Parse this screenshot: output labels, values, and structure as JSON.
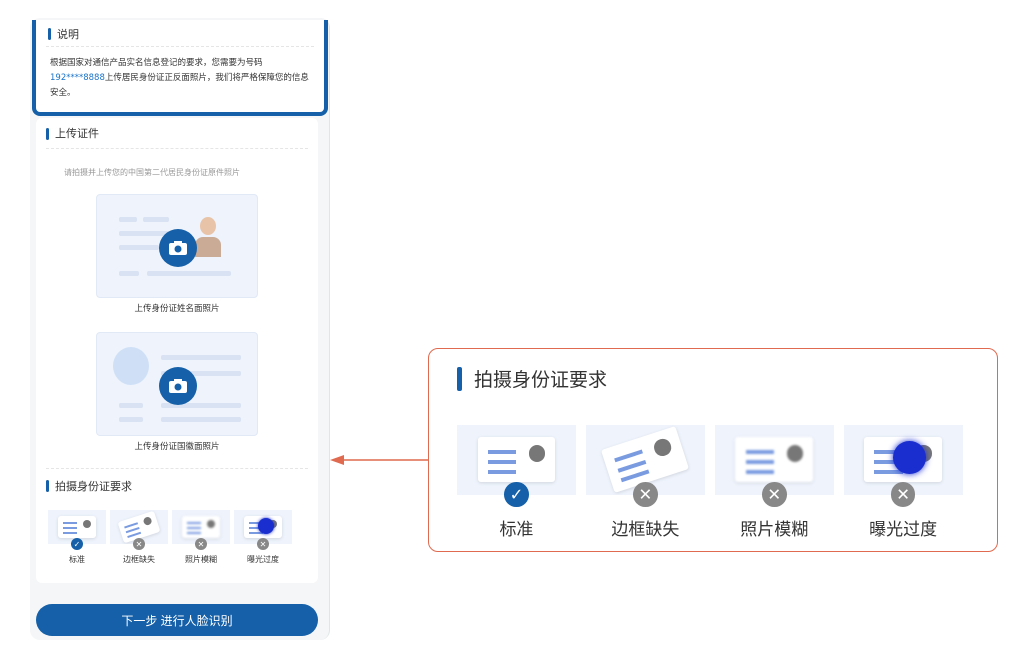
{
  "explain": {
    "title": "说明",
    "text_before": "根据国家对通信产品实名信息登记的要求，您需要为号码",
    "phone": "192****8888",
    "text_after": "上传居民身份证正反面照片，我们将严格保障您的信息安全。"
  },
  "upload": {
    "title": "上传证件",
    "hint": "请拍摄并上传您的中国第二代居民身份证原件照片",
    "front_caption": "上传身份证姓名面照片",
    "back_caption": "上传身份证国徽面照片"
  },
  "requirements": {
    "title": "拍摄身份证要求",
    "items": [
      {
        "label": "标准",
        "status": "check"
      },
      {
        "label": "边框缺失",
        "status": "cross"
      },
      {
        "label": "照片模糊",
        "status": "cross"
      },
      {
        "label": "曝光过度",
        "status": "cross"
      }
    ]
  },
  "next_button": "下一步 进行人脸识别",
  "callout": {
    "title": "拍摄身份证要求"
  },
  "colors": {
    "primary": "#1560a8",
    "callout_border": "#e06a4f"
  }
}
